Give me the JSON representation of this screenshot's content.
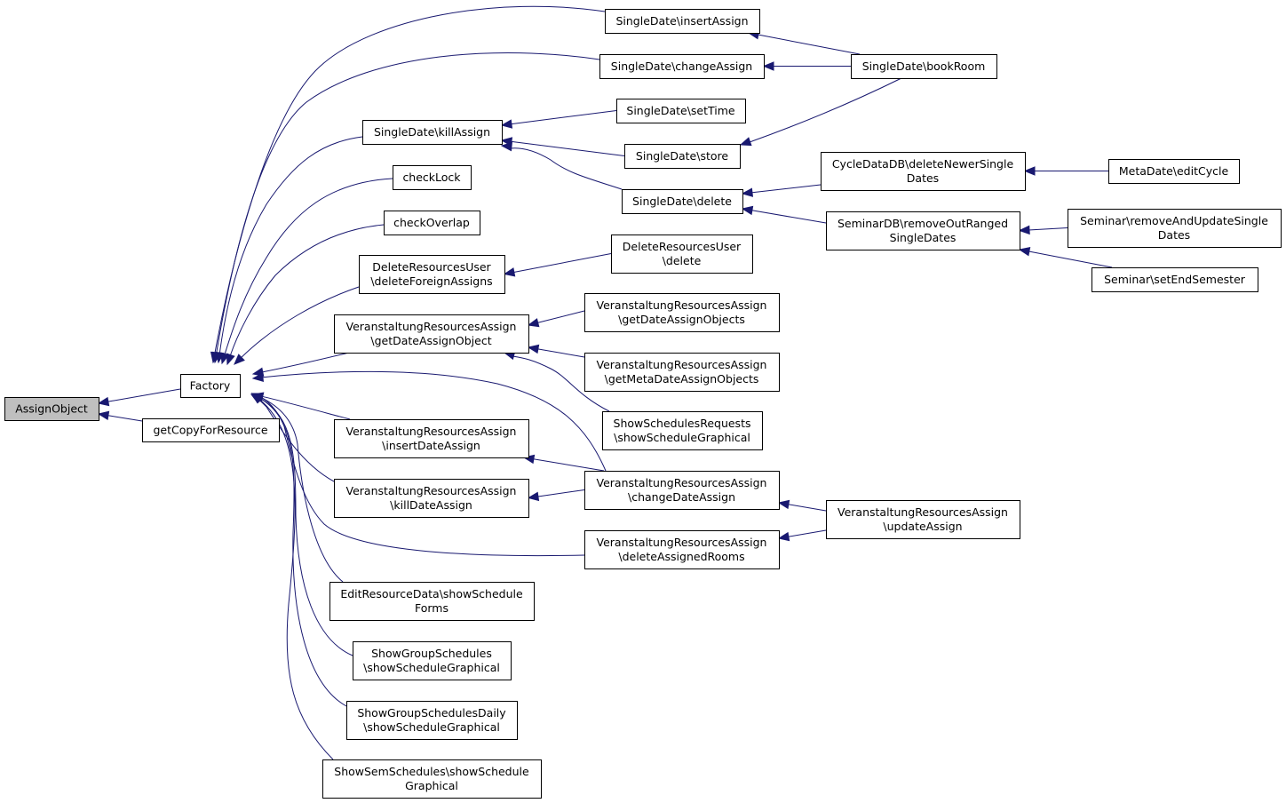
{
  "title": "AssignObject caller graph",
  "colors": {
    "edge": "#191970",
    "root_fill": "#bfbfbf",
    "node_fill": "#ffffff",
    "node_border": "#000000"
  },
  "nodes": [
    {
      "id": "assignobject",
      "lines": [
        "AssignObject"
      ],
      "root": true
    },
    {
      "id": "factory",
      "lines": [
        "Factory"
      ]
    },
    {
      "id": "getcopyforresource",
      "lines": [
        "getCopyForResource"
      ]
    },
    {
      "id": "sd-insertassign",
      "lines": [
        "SingleDate\\insertAssign"
      ]
    },
    {
      "id": "sd-changeassign",
      "lines": [
        "SingleDate\\changeAssign"
      ]
    },
    {
      "id": "sd-bookroom",
      "lines": [
        "SingleDate\\bookRoom"
      ]
    },
    {
      "id": "sd-killassign",
      "lines": [
        "SingleDate\\killAssign"
      ]
    },
    {
      "id": "sd-settime",
      "lines": [
        "SingleDate\\setTime"
      ]
    },
    {
      "id": "sd-store",
      "lines": [
        "SingleDate\\store"
      ]
    },
    {
      "id": "sd-delete",
      "lines": [
        "SingleDate\\delete"
      ]
    },
    {
      "id": "checklock",
      "lines": [
        "checkLock"
      ]
    },
    {
      "id": "checkoverlap",
      "lines": [
        "checkOverlap"
      ]
    },
    {
      "id": "cddb-deletenewer",
      "lines": [
        "CycleDataDB\\deleteNewerSingle",
        "Dates"
      ]
    },
    {
      "id": "md-editcycle",
      "lines": [
        "MetaDate\\editCycle"
      ]
    },
    {
      "id": "semdb-removeout",
      "lines": [
        "SeminarDB\\removeOutRanged",
        "SingleDates"
      ]
    },
    {
      "id": "sem-removeandupdate",
      "lines": [
        "Seminar\\removeAndUpdateSingle",
        "Dates"
      ]
    },
    {
      "id": "sem-setendsemester",
      "lines": [
        "Seminar\\setEndSemester"
      ]
    },
    {
      "id": "dru-deleteforeign",
      "lines": [
        "DeleteResourcesUser",
        "\\deleteForeignAssigns"
      ]
    },
    {
      "id": "dru-delete",
      "lines": [
        "DeleteResourcesUser",
        "\\delete"
      ]
    },
    {
      "id": "vra-getdateassignobject",
      "lines": [
        "VeranstaltungResourcesAssign",
        "\\getDateAssignObject"
      ]
    },
    {
      "id": "vra-getdateassignobjects",
      "lines": [
        "VeranstaltungResourcesAssign",
        "\\getDateAssignObjects"
      ]
    },
    {
      "id": "vra-getmetadateassignobjects",
      "lines": [
        "VeranstaltungResourcesAssign",
        "\\getMetaDateAssignObjects"
      ]
    },
    {
      "id": "ssr-showschedulegraphical",
      "lines": [
        "ShowSchedulesRequests",
        "\\showScheduleGraphical"
      ]
    },
    {
      "id": "vra-insertdateassign",
      "lines": [
        "VeranstaltungResourcesAssign",
        "\\insertDateAssign"
      ]
    },
    {
      "id": "vra-killdateassign",
      "lines": [
        "VeranstaltungResourcesAssign",
        "\\killDateAssign"
      ]
    },
    {
      "id": "vra-changedateassign",
      "lines": [
        "VeranstaltungResourcesAssign",
        "\\changeDateAssign"
      ]
    },
    {
      "id": "vra-deleteassignedrooms",
      "lines": [
        "VeranstaltungResourcesAssign",
        "\\deleteAssignedRooms"
      ]
    },
    {
      "id": "vra-updateassign",
      "lines": [
        "VeranstaltungResourcesAssign",
        "\\updateAssign"
      ]
    },
    {
      "id": "erd-showscheduleforms",
      "lines": [
        "EditResourceData\\showSchedule",
        "Forms"
      ]
    },
    {
      "id": "sgs-showschedulegraphical",
      "lines": [
        "ShowGroupSchedules",
        "\\showScheduleGraphical"
      ]
    },
    {
      "id": "sgsd-showschedulegraphical",
      "lines": [
        "ShowGroupSchedulesDaily",
        "\\showScheduleGraphical"
      ]
    },
    {
      "id": "sss-showschedulegraphical",
      "lines": [
        "ShowSemSchedules\\showSchedule",
        "Graphical"
      ]
    }
  ],
  "edges": [
    {
      "from": "factory",
      "to": "assignobject"
    },
    {
      "from": "getcopyforresource",
      "to": "assignobject"
    },
    {
      "from": "sd-insertassign",
      "to": "factory"
    },
    {
      "from": "sd-changeassign",
      "to": "factory"
    },
    {
      "from": "sd-killassign",
      "to": "factory"
    },
    {
      "from": "checklock",
      "to": "factory"
    },
    {
      "from": "checkoverlap",
      "to": "factory"
    },
    {
      "from": "dru-deleteforeign",
      "to": "factory"
    },
    {
      "from": "vra-getdateassignobject",
      "to": "factory"
    },
    {
      "from": "vra-changedateassign",
      "to": "factory"
    },
    {
      "from": "vra-insertdateassign",
      "to": "factory"
    },
    {
      "from": "vra-killdateassign",
      "to": "factory"
    },
    {
      "from": "vra-deleteassignedrooms",
      "to": "factory"
    },
    {
      "from": "erd-showscheduleforms",
      "to": "factory"
    },
    {
      "from": "sgs-showschedulegraphical",
      "to": "factory"
    },
    {
      "from": "sgsd-showschedulegraphical",
      "to": "factory"
    },
    {
      "from": "sss-showschedulegraphical",
      "to": "factory"
    },
    {
      "from": "sd-bookroom",
      "to": "sd-insertassign"
    },
    {
      "from": "sd-bookroom",
      "to": "sd-changeassign"
    },
    {
      "from": "sd-bookroom",
      "to": "sd-store"
    },
    {
      "from": "sd-settime",
      "to": "sd-killassign"
    },
    {
      "from": "sd-store",
      "to": "sd-killassign"
    },
    {
      "from": "sd-delete",
      "to": "sd-killassign"
    },
    {
      "from": "cddb-deletenewer",
      "to": "sd-delete"
    },
    {
      "from": "semdb-removeout",
      "to": "sd-delete"
    },
    {
      "from": "md-editcycle",
      "to": "cddb-deletenewer"
    },
    {
      "from": "sem-removeandupdate",
      "to": "semdb-removeout"
    },
    {
      "from": "sem-setendsemester",
      "to": "semdb-removeout"
    },
    {
      "from": "dru-delete",
      "to": "dru-deleteforeign"
    },
    {
      "from": "vra-getdateassignobjects",
      "to": "vra-getdateassignobject"
    },
    {
      "from": "vra-getmetadateassignobjects",
      "to": "vra-getdateassignobject"
    },
    {
      "from": "ssr-showschedulegraphical",
      "to": "vra-getdateassignobject"
    },
    {
      "from": "vra-changedateassign",
      "to": "vra-insertdateassign"
    },
    {
      "from": "vra-changedateassign",
      "to": "vra-killdateassign"
    },
    {
      "from": "vra-updateassign",
      "to": "vra-changedateassign"
    },
    {
      "from": "vra-updateassign",
      "to": "vra-deleteassignedrooms"
    }
  ]
}
